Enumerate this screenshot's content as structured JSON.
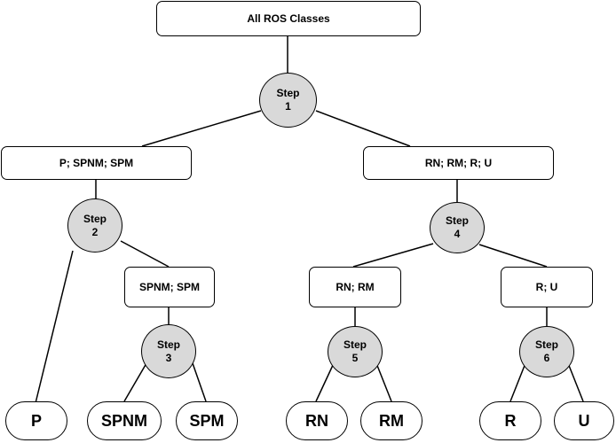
{
  "root": "All ROS Classes",
  "steps": [
    {
      "word": "Step",
      "num": "1"
    },
    {
      "word": "Step",
      "num": "2"
    },
    {
      "word": "Step",
      "num": "3"
    },
    {
      "word": "Step",
      "num": "4"
    },
    {
      "word": "Step",
      "num": "5"
    },
    {
      "word": "Step",
      "num": "6"
    }
  ],
  "groups": {
    "left": "P; SPNM; SPM",
    "right": "RN; RM; R; U",
    "spnm_spm": "SPNM; SPM",
    "rn_rm": "RN; RM",
    "r_u": "R; U"
  },
  "leaves": [
    "P",
    "SPNM",
    "SPM",
    "RN",
    "RM",
    "R",
    "U"
  ]
}
